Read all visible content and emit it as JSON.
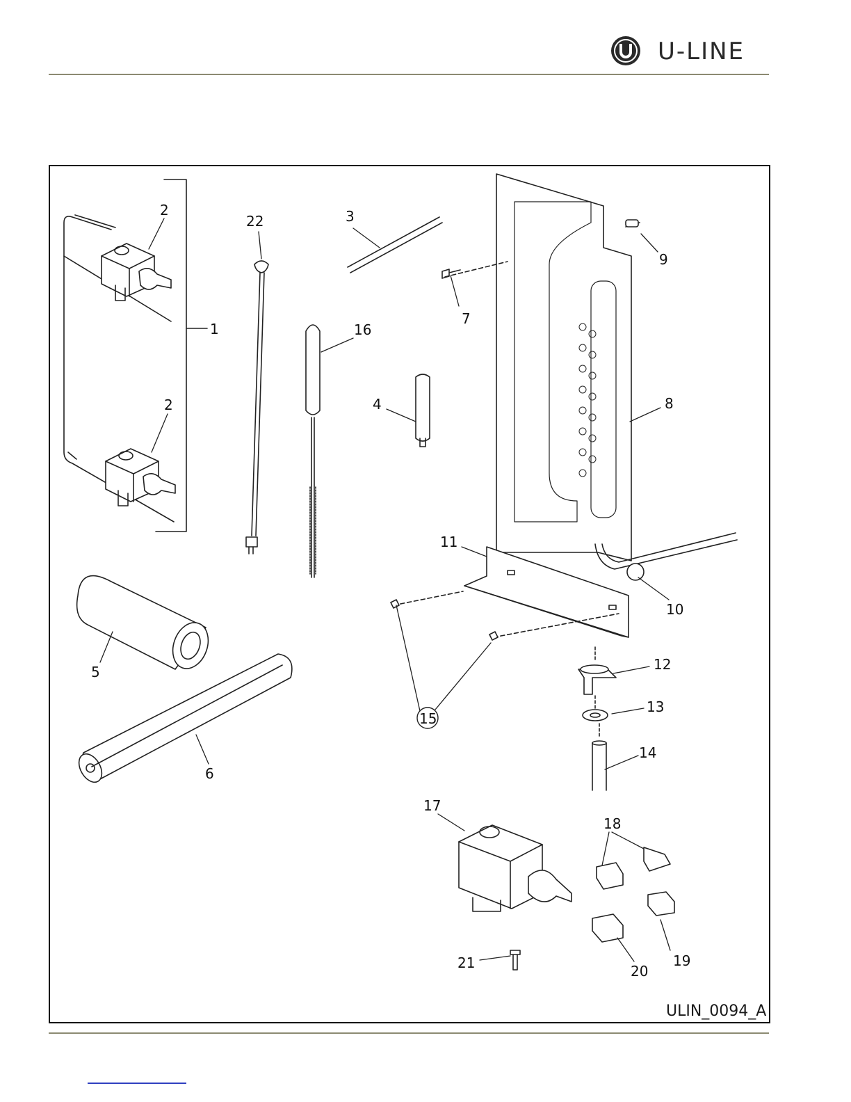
{
  "brand": {
    "name": "U-LINE",
    "mark": "U",
    "color": "#2a2a2a"
  },
  "rule_color": "#8c8a72",
  "figure": {
    "drawing_id": "ULIN_0094_A",
    "callouts": [
      "1",
      "2",
      "2",
      "3",
      "4",
      "5",
      "6",
      "7",
      "8",
      "9",
      "10",
      "11",
      "12",
      "13",
      "14",
      "15",
      "16",
      "17",
      "18",
      "19",
      "20",
      "21",
      "22"
    ]
  }
}
